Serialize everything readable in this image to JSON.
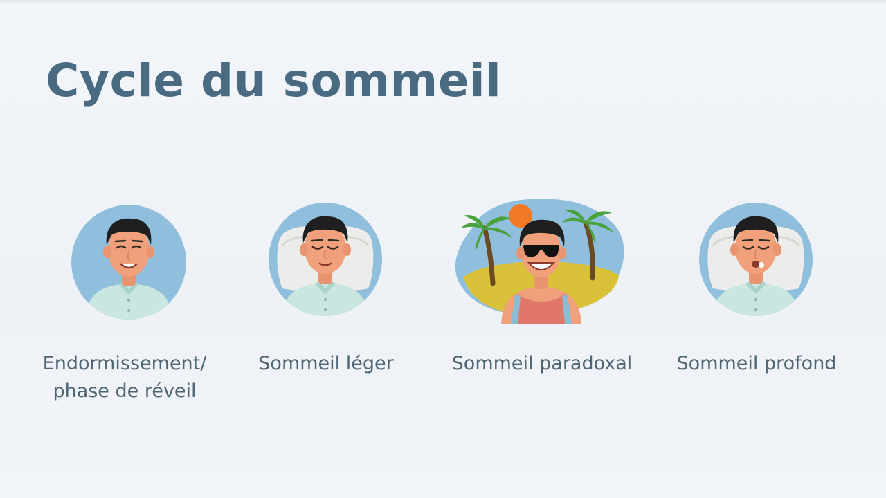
{
  "title": "Cycle du sommeil",
  "stages": [
    {
      "id": "endormissement",
      "label_lines": [
        "Endormissement/",
        "phase de réveil"
      ],
      "illustration": "awake-man-icon"
    },
    {
      "id": "leger",
      "label_lines": [
        "Sommeil léger"
      ],
      "illustration": "light-sleep-icon"
    },
    {
      "id": "paradoxal",
      "label_lines": [
        "Sommeil paradoxal"
      ],
      "illustration": "beach-dream-icon"
    },
    {
      "id": "profond",
      "label_lines": [
        "Sommeil profond"
      ],
      "illustration": "deep-sleep-icon"
    }
  ],
  "colors": {
    "background": "#eef2f7",
    "title": "#4a6a82",
    "label": "#4f6573",
    "circle": "#8fbfdc",
    "skin": "#f0a07a",
    "hair": "#1f1f1f",
    "shirt": "#c9e6e0",
    "pillow": "#ececea",
    "sand": "#d9c23a",
    "sun": "#f07a26",
    "palm": "#4aa23c",
    "tank_top": "#8cbcd2"
  }
}
